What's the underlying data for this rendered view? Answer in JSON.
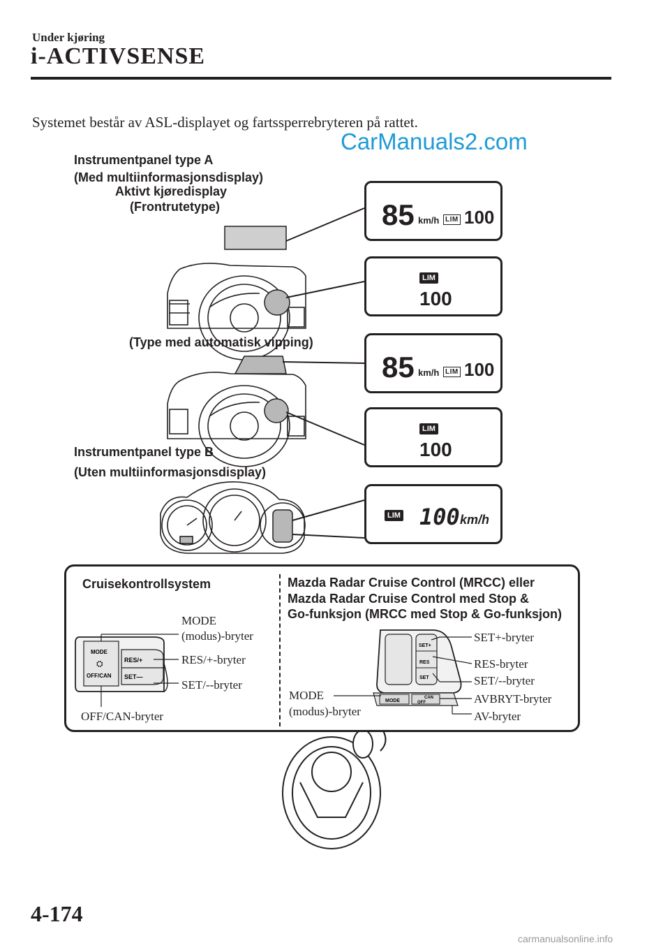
{
  "header": {
    "section": "Under kjøring",
    "title": "i-ACTIVSENSE"
  },
  "intro": "Systemet består av ASL-displayet og fartssperrebryteren på rattet.",
  "watermark": "CarManuals2.com",
  "labels": {
    "panel_a": "Instrumentpanel type A",
    "panel_a_sub": "(Med multiinformasjonsdisplay)",
    "active_display": "Aktivt kjøredisplay",
    "active_display_sub": "(Frontrutetype)",
    "auto_tilt": "(Type med automatisk vipping)",
    "panel_b": "Instrumentpanel type B",
    "panel_b_sub": "(Uten multiinformasjonsdisplay)"
  },
  "displays": {
    "speed": "85",
    "unit": "km/h",
    "lim": "LIM",
    "set_speed": "100",
    "b_speed": "100"
  },
  "controls": {
    "cruise_title": "Cruisekontrollsystem",
    "mrcc_title_1": "Mazda Radar Cruise Control (MRCC) eller",
    "mrcc_title_2": "Mazda Radar Cruise Control med Stop &",
    "mrcc_title_3": "Go-funksjon (MRCC med Stop & Go-funksjon)",
    "left": {
      "mode_1": "MODE",
      "mode_2": "(modus)-bryter",
      "res": "RES/+-bryter",
      "set": "SET/--bryter",
      "offcan": "OFF/CAN-bryter"
    },
    "right": {
      "setplus": "SET+-bryter",
      "res": "RES-bryter",
      "setminus": "SET/--bryter",
      "avbryt": "AVBRYT-bryter",
      "av": "AV-bryter",
      "mode_1": "MODE",
      "mode_2": "(modus)-bryter"
    },
    "switch_text": {
      "mode": "MODE",
      "res_plus": "RES/+",
      "offcan": "OFF/CAN",
      "set_minus": "SET—",
      "set_plus": "SET+",
      "res": "RES",
      "set": "SET",
      "can": "CAN",
      "off": "OFF"
    }
  },
  "page_number": "4-174",
  "footer": "carmanualsonline.info"
}
